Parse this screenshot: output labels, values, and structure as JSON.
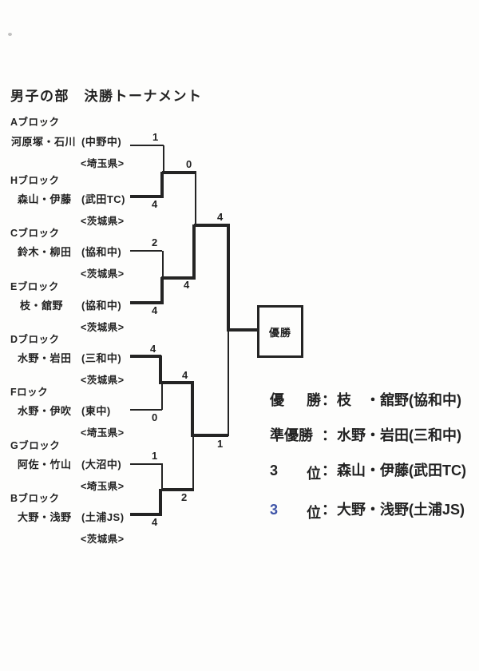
{
  "title": "男子の部　決勝トーナメント",
  "colors": {
    "ink": "#222222",
    "rank_annotation_blue": "#3f55a8",
    "line": "#242424"
  },
  "bracket": {
    "champion_label": "優勝",
    "entries": [
      {
        "block": "Aブロック",
        "team": "河原塚・石川",
        "club": "(中野中)",
        "pref": "<埼玉県>"
      },
      {
        "block": "Hブロック",
        "team": "森山・伊藤",
        "club": "(武田TC)",
        "pref": "<茨城県>"
      },
      {
        "block": "Cブロック",
        "team": "鈴木・柳田",
        "club": "(協和中)",
        "pref": "<茨城県>"
      },
      {
        "block": "Eブロック",
        "team": "枝・舘野",
        "club": "(協和中)",
        "pref": "<茨城県>"
      },
      {
        "block": "Dブロック",
        "team": "水野・岩田",
        "club": "(三和中)",
        "pref": "<茨城県>"
      },
      {
        "block": "Fロック",
        "team": "水野・伊吹",
        "club": "(東中)",
        "pref": "<埼玉県>"
      },
      {
        "block": "Gブロック",
        "team": "阿佐・竹山",
        "club": "(大沼中)",
        "pref": "<埼玉県>"
      },
      {
        "block": "Bブロック",
        "team": "大野・浅野",
        "club": "(土浦JS)",
        "pref": "<茨城県>"
      }
    ],
    "scores": {
      "m1_top": "1",
      "m1_bottom": "4",
      "m1_adv": "0",
      "m2_top": "2",
      "m2_bottom": "4",
      "m2_adv": "4",
      "m3_top": "4",
      "m3_bottom": "0",
      "m3_adv": "4",
      "m4_top": "1",
      "m4_bottom": "4",
      "m4_adv": "2",
      "final_top": "4",
      "final_bottom": "1"
    }
  },
  "results": {
    "colon": "：",
    "lines": [
      {
        "rank_a": "優",
        "rank_b": "勝",
        "team": "枝　・舘野(協和中)"
      },
      {
        "rank_a": "準優勝",
        "rank_b": "",
        "team": "水野・岩田(三和中)"
      },
      {
        "rank_a": "3",
        "rank_b": "位",
        "team": "森山・伊藤(武田TC)"
      },
      {
        "rank_a": "3",
        "rank_b": "位",
        "team": "大野・浅野(土浦JS)"
      }
    ]
  }
}
